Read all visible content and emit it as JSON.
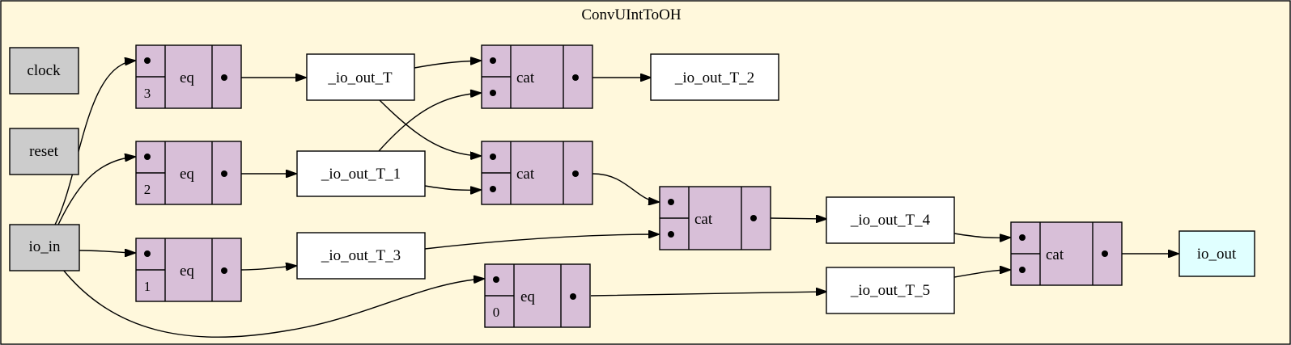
{
  "graph": {
    "title": "ConvUIntToOH",
    "inputs": {
      "clock": "clock",
      "reset": "reset",
      "io_in": "io_in"
    },
    "output": "io_out",
    "wires": {
      "w0": "_io_out_T",
      "w1": "_io_out_T_1",
      "w2": "_io_out_T_2",
      "w3": "_io_out_T_3",
      "w4": "_io_out_T_4",
      "w5": "_io_out_T_5"
    },
    "ops": {
      "eq3": {
        "op": "eq",
        "const": "3"
      },
      "eq2": {
        "op": "eq",
        "const": "2"
      },
      "eq1": {
        "op": "eq",
        "const": "1"
      },
      "eq0": {
        "op": "eq",
        "const": "0"
      },
      "cat_a": {
        "op": "cat"
      },
      "cat_b": {
        "op": "cat"
      },
      "cat_c": {
        "op": "cat"
      },
      "cat_d": {
        "op": "cat"
      }
    },
    "colors": {
      "cluster_fill": "#fff8dc",
      "io_fill": "#cccccc",
      "output_fill": "#e0ffff",
      "op_fill": "#d8bfd8",
      "wire_fill": "#ffffff"
    }
  }
}
